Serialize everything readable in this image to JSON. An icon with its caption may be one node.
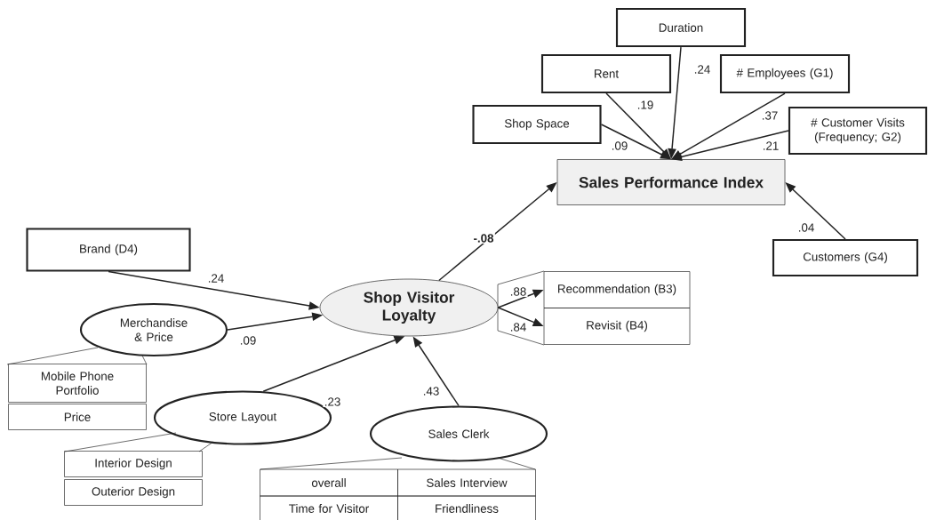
{
  "diagram": {
    "nodes": [
      {
        "text": [
          "Duration"
        ]
      },
      {
        "text": [
          "Rent"
        ]
      },
      {
        "text": [
          "# Employees (G1)"
        ]
      },
      {
        "text": [
          "Shop Space"
        ]
      },
      {
        "text": [
          "# Customer Visits (Frequency; G2)"
        ]
      },
      {
        "text": [
          "Sales Performance Index"
        ]
      },
      {
        "text": [
          "Customers (G4)"
        ]
      },
      {
        "text": [
          "Brand (D4)"
        ]
      },
      {
        "text": [
          "Shop Visitor Loyalty"
        ]
      },
      {
        "text": [
          "Merchandise & Price"
        ]
      },
      {
        "text": [
          "Mobile Phone Portfolio"
        ]
      },
      {
        "text": [
          "Price"
        ]
      },
      {
        "text": [
          "Store Layout"
        ]
      },
      {
        "text": [
          "Interior Design"
        ]
      },
      {
        "text": [
          "Outerior Design"
        ]
      },
      {
        "text": [
          "Sales Clerk"
        ]
      },
      {
        "text": [
          "overall"
        ]
      },
      {
        "text": [
          "Sales Interview"
        ]
      },
      {
        "text": [
          "Time for Visitor"
        ]
      },
      {
        "text": [
          "Friendliness"
        ]
      },
      {
        "text": [
          "Recommendation (B3)"
        ]
      },
      {
        "text": [
          "Revisit (B4)"
        ]
      }
    ],
    "edges": [
      {
        "from": 0,
        "to": 5,
        "arrow": "to",
        "label": ".24"
      },
      {
        "from": 1,
        "to": 5,
        "arrow": "to",
        "label": ".19"
      },
      {
        "from": 2,
        "to": 5,
        "arrow": "to",
        "label": ".37"
      },
      {
        "from": 3,
        "to": 5,
        "arrow": "to",
        "label": ".09"
      },
      {
        "from": 4,
        "to": 5,
        "arrow": "to",
        "label": ".21"
      },
      {
        "from": 6,
        "to": 5,
        "arrow": "to",
        "label": ".04"
      },
      {
        "from": 8,
        "to": 5,
        "arrow": "to",
        "label": "-.08"
      },
      {
        "from": 7,
        "to": 8,
        "arrow": "to",
        "label": ".24"
      },
      {
        "from": 9,
        "to": 8,
        "arrow": "to",
        "label": ".09"
      },
      {
        "from": 12,
        "to": 8,
        "arrow": "to",
        "label": ".23"
      },
      {
        "from": 15,
        "to": 8,
        "arrow": "to",
        "label": ".43"
      },
      {
        "from": 8,
        "to": 20,
        "arrow": "to",
        "label": ".88"
      },
      {
        "from": 8,
        "to": 21,
        "arrow": "to",
        "label": ".84"
      }
    ]
  }
}
